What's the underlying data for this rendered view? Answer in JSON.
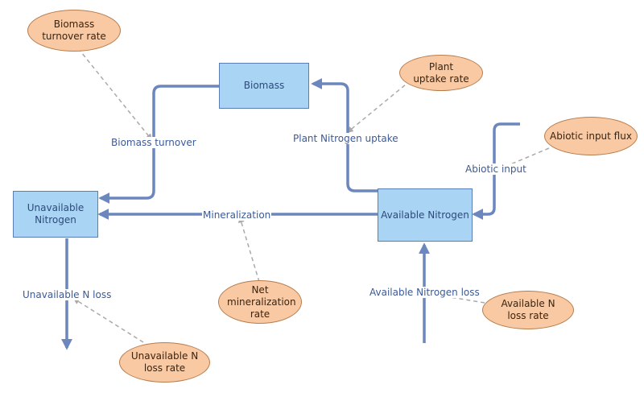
{
  "colors": {
    "stock_fill": "#aad4f4",
    "stock_border": "#5a7db5",
    "variable_fill": "#f9c9a3",
    "variable_border": "#b87d4c",
    "flow": "#6b87be",
    "link": "#aaaaaa"
  },
  "stocks": {
    "biomass": "Biomass",
    "unavailable_nitrogen": "Unavailable Nitrogen",
    "available_nitrogen": "Available Nitrogen"
  },
  "flows": {
    "biomass_turnover": "Biomass turnover",
    "plant_nitrogen_uptake": "Plant Nitrogen uptake",
    "abiotic_input": "Abiotic input",
    "mineralization": "Mineralization",
    "unavailable_n_loss": "Unavailable N loss",
    "available_nitrogen_loss": "Available Nitrogen loss"
  },
  "variables": {
    "biomass_turnover_rate": "Biomass turnover rate",
    "plant_uptake_rate": "Plant uptake rate",
    "abiotic_input_flux": "Abiotic input flux",
    "net_mineralization_rate": "Net mineralization rate",
    "unavailable_n_loss_rate": "Unavailable N loss rate",
    "available_n_loss_rate": "Available N loss rate"
  }
}
